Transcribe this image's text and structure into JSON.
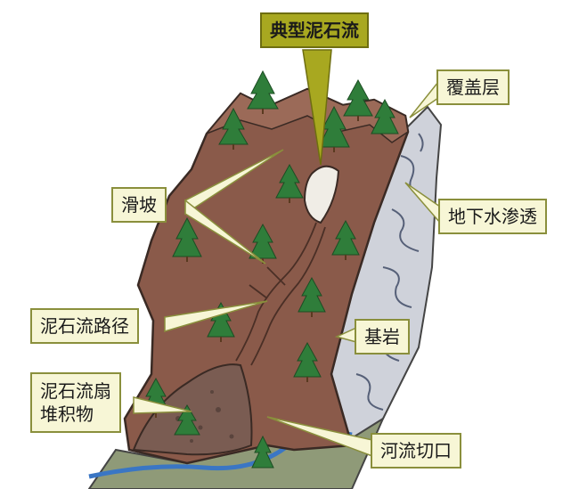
{
  "labels": {
    "typical_debris_flow": "典型泥石流",
    "overburden_layer": "覆盖层",
    "landslide": "滑坡",
    "groundwater_seepage": "地下水渗透",
    "debris_flow_path": "泥石流路径",
    "bedrock": "基岩",
    "debris_fan_line1": "泥石流扇",
    "debris_fan_line2": "堆积物",
    "river_incision": "河流切口"
  },
  "colors": {
    "soil": "#8a5a4a",
    "soil_dark": "#6b4236",
    "bedrock_face": "#c9ccd4",
    "bedrock_lines": "#5b6072",
    "river": "#3a76c4",
    "tree": "#2f7d3a",
    "label_bg": "#f7f6d6",
    "label_border": "#8a8f3c",
    "title_bg": "#a8a820"
  }
}
